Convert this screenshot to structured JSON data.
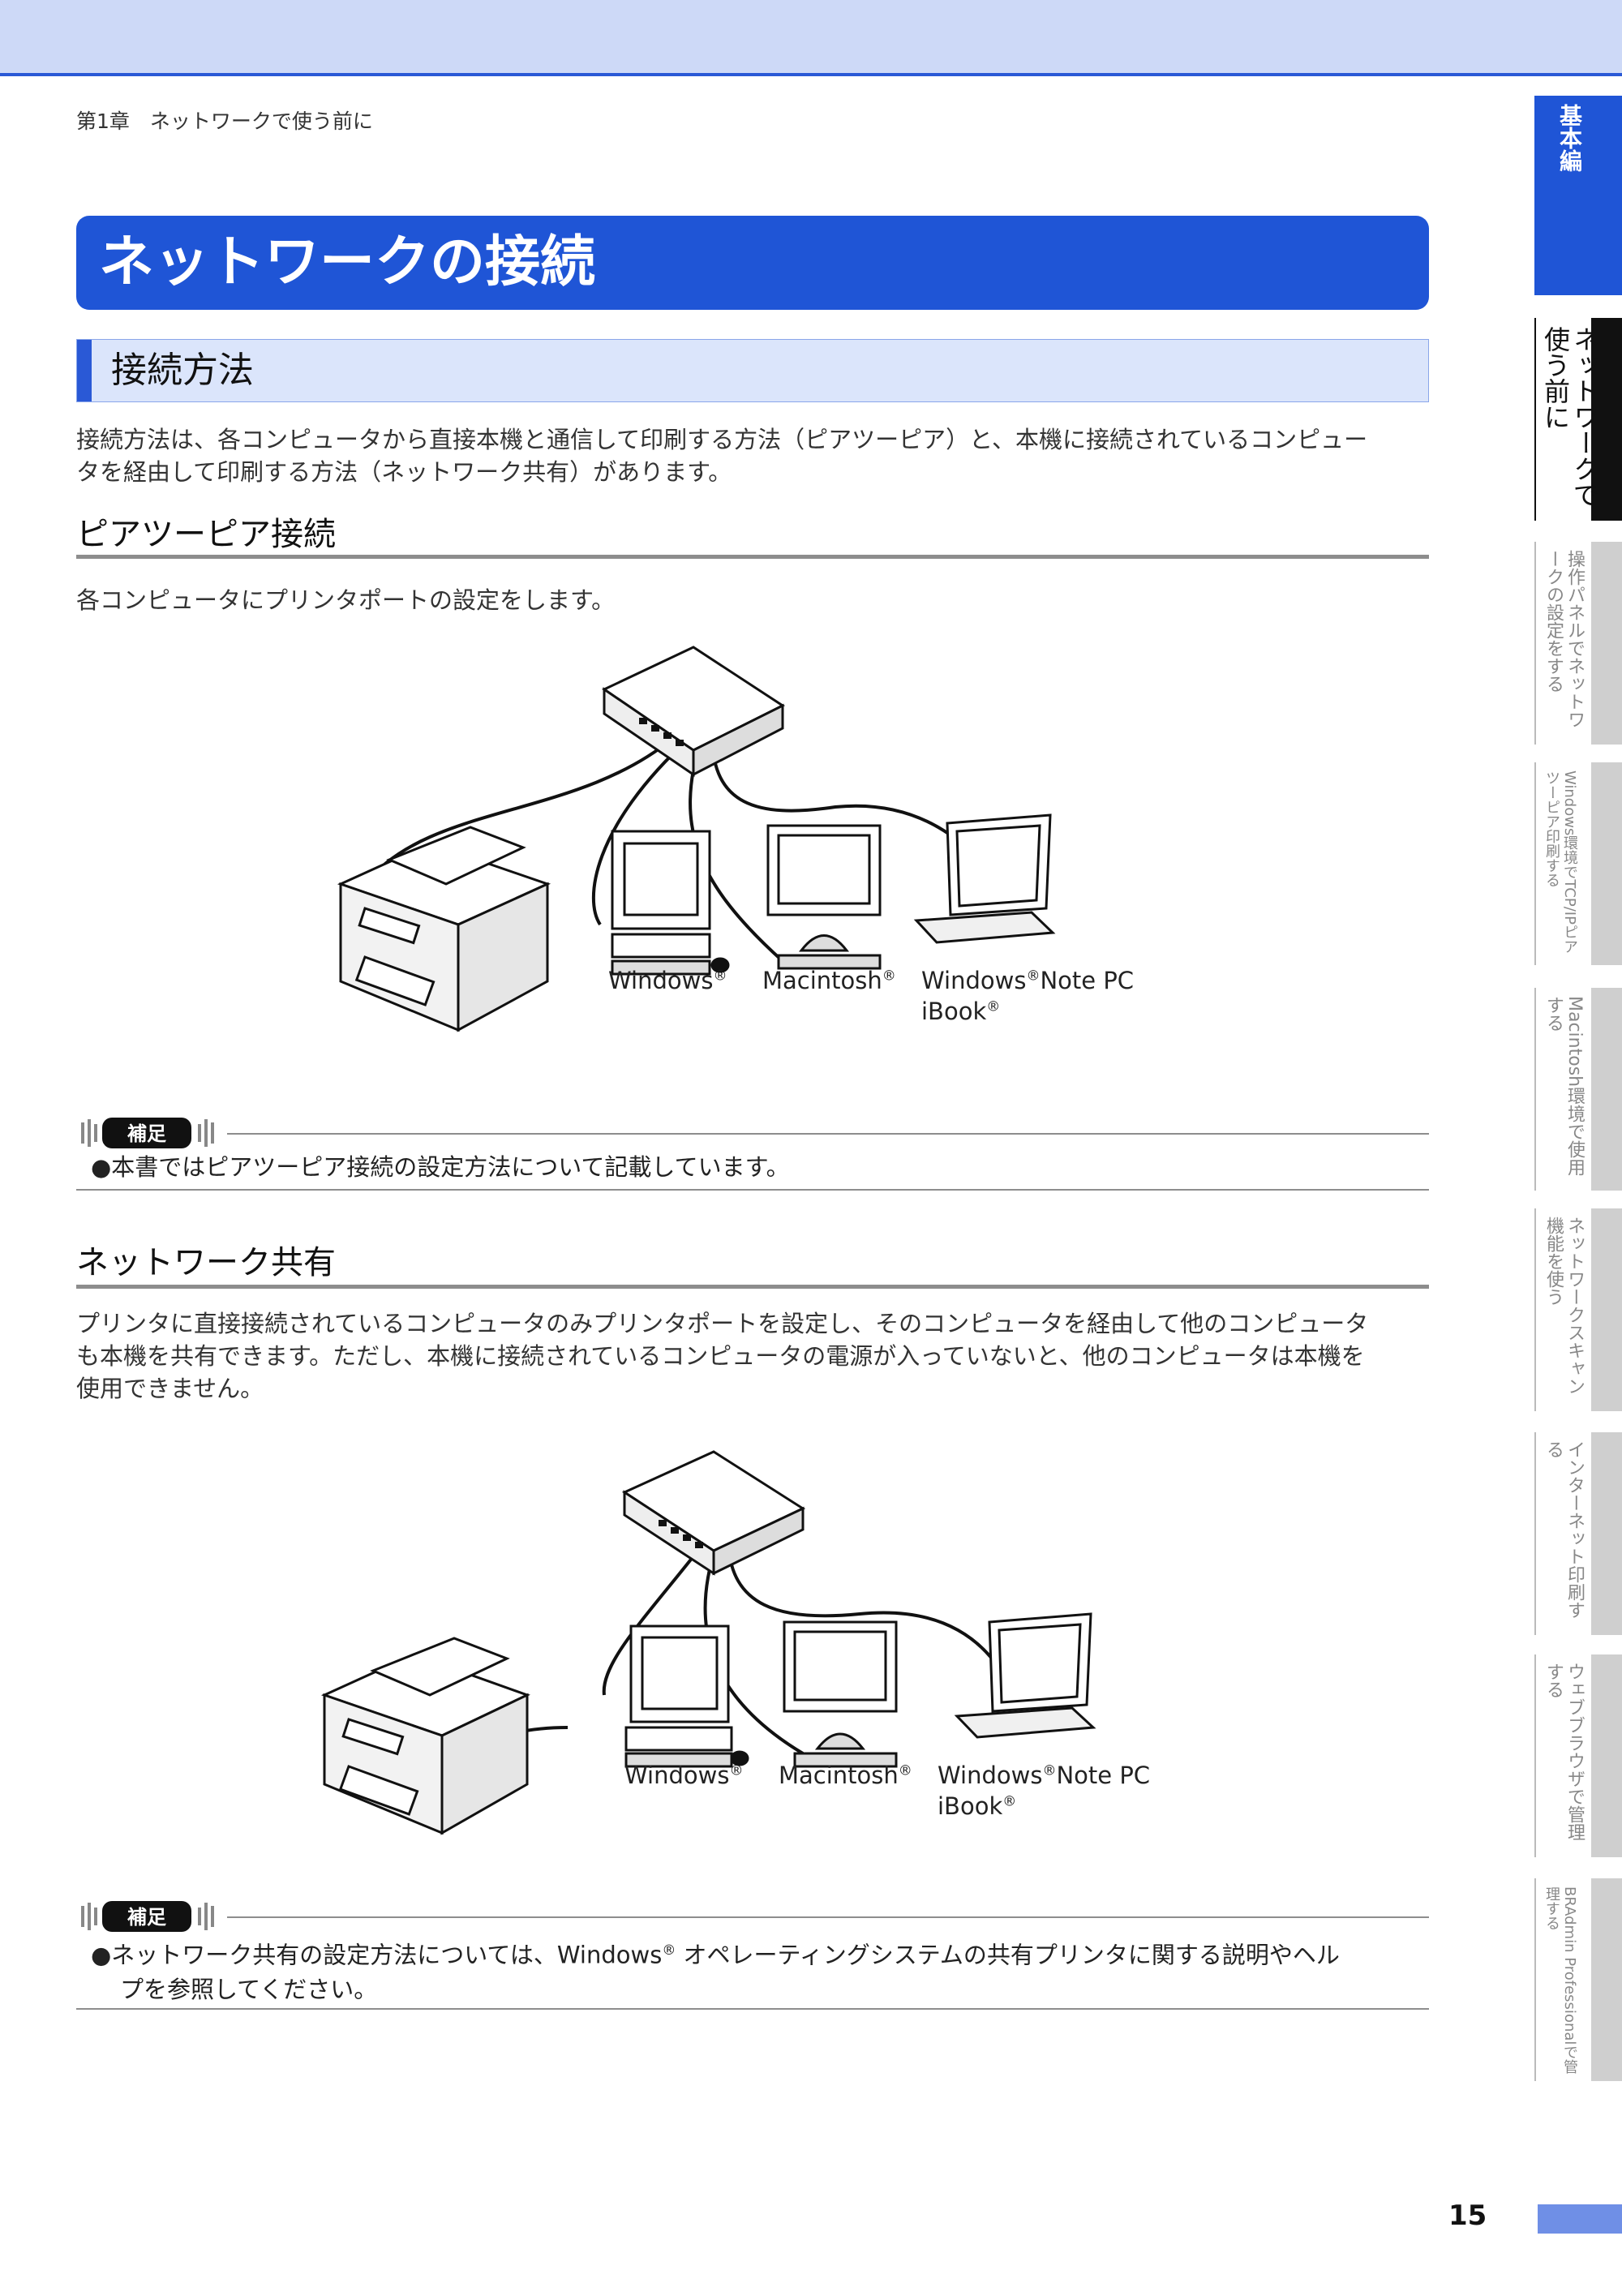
{
  "header": {
    "breadcrumb": "第1章　ネットワークで使う前に"
  },
  "title": "ネットワークの接続",
  "section": {
    "heading": "接続方法"
  },
  "intro": {
    "line1": "接続方法は、各コンピュータから直接本機と通信して印刷する方法（ピアツーピア）と、本機に接続されているコンピュー",
    "line2": "タを経由して印刷する方法（ネットワーク共有）があります。"
  },
  "peer": {
    "heading": "ピアツーピア接続",
    "body": "各コンピュータにプリンタポートの設定をします。",
    "labels": {
      "windows": "Windows",
      "macintosh": "Macintosh",
      "windows_note": "Windows",
      "note_pc": "Note PC",
      "ibook": "iBook",
      "reg": "®"
    },
    "note_icon": "hosoku-supplement-icon",
    "note": "●本書ではピアツーピア接続の設定方法について記載しています。"
  },
  "shared": {
    "heading": "ネットワーク共有",
    "body_line1": "プリンタに直接接続されているコンピュータのみプリンタポートを設定し、そのコンピュータを経由して他のコンピュータ",
    "body_line2": "も本機を共有できます。ただし、本機に接続されているコンピュータの電源が入っていないと、他のコンピュータは本機を",
    "body_line3": "使用できません。",
    "labels": {
      "windows": "Windows",
      "macintosh": "Macintosh",
      "windows_note": "Windows",
      "note_pc": "Note PC",
      "ibook": "iBook",
      "reg": "®"
    },
    "note_icon": "hosoku-supplement-icon",
    "note_line1_a": "●ネットワーク共有の設定方法については、Windows",
    "note_line1_b": " オペレーティングシステムの共有プリンタに関する説明やヘル",
    "note_line2": "プを参照してください。"
  },
  "side_tabs": [
    {
      "label": "基本編"
    },
    {
      "label": "ネットワークで使う前に"
    },
    {
      "label": "操作パネルでネットワークの設定をする"
    },
    {
      "label": "Windows環境でTCP/IPピアツーピア印刷する"
    },
    {
      "label": "Macintosh環境で使用する"
    },
    {
      "label": "ネットワークスキャン機能を使う"
    },
    {
      "label": "インターネット印刷する"
    },
    {
      "label": "ウェブブラウザで管理する"
    },
    {
      "label": "BRAdmin Professionalで管理する"
    }
  ],
  "page_number": "15",
  "colors": {
    "accent": "#1f55d6",
    "section_bg": "#dbe5fb",
    "topbar": "#cdd9f7"
  }
}
